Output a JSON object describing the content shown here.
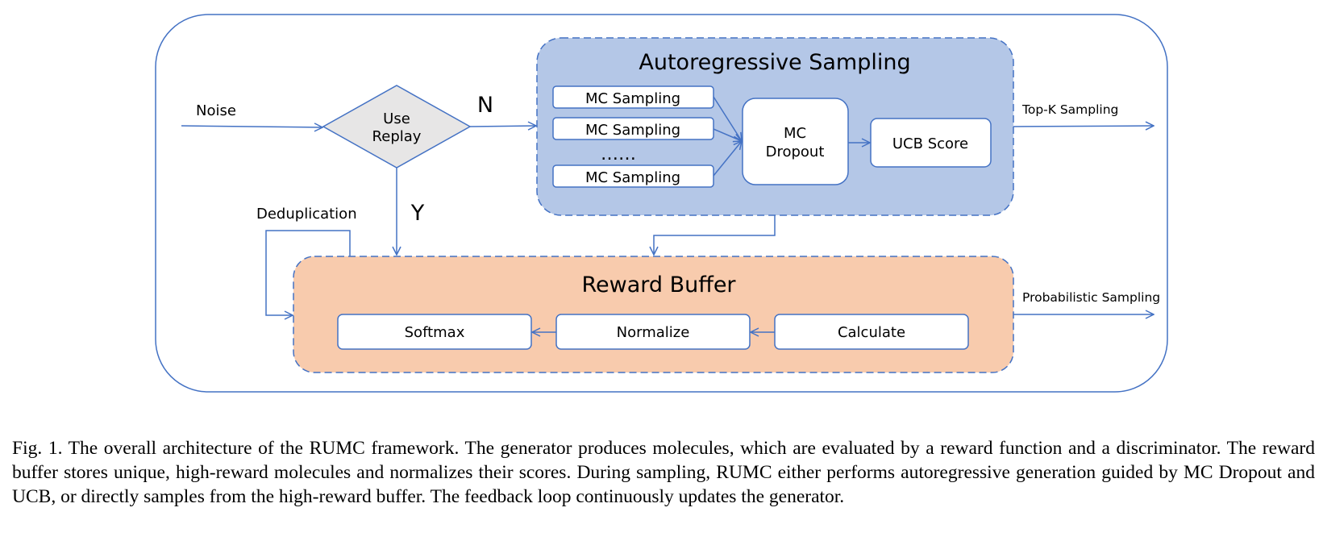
{
  "diagram": {
    "input_label": "Noise",
    "decision": {
      "line1": "Use",
      "line2": "Replay",
      "no_label": "N",
      "yes_label": "Y"
    },
    "autoregressive": {
      "title": "Autoregressive Sampling",
      "sampling_boxes": [
        "MC Sampling",
        "MC Sampling",
        "MC Sampling"
      ],
      "ellipsis": "……",
      "mc_dropout": {
        "line1": "MC",
        "line2": "Dropout"
      },
      "ucb": "UCB Score"
    },
    "reward_buffer": {
      "title": "Reward Buffer",
      "softmax": "Softmax",
      "normalize": "Normalize",
      "calculate": "Calculate"
    },
    "dedup_label": "Deduplication",
    "topk_label": "Top-K Sampling",
    "prob_label": "Probabilistic Sampling",
    "colors": {
      "line": "#4472C4",
      "autoregressive_fill": "#B4C7E7",
      "reward_fill": "#F8CBAD",
      "decision_fill": "#E7E6E6",
      "box_fill": "#FFFFFF"
    }
  },
  "caption": "Fig. 1.  The overall architecture of the RUMC framework. The generator produces molecules, which are evaluated by a reward function and a discriminator. The reward buffer stores unique, high-reward molecules and normalizes their scores. During sampling, RUMC either performs autoregressive generation guided by MC Dropout and UCB, or directly samples from the high-reward buffer. The feedback loop continuously updates the generator."
}
